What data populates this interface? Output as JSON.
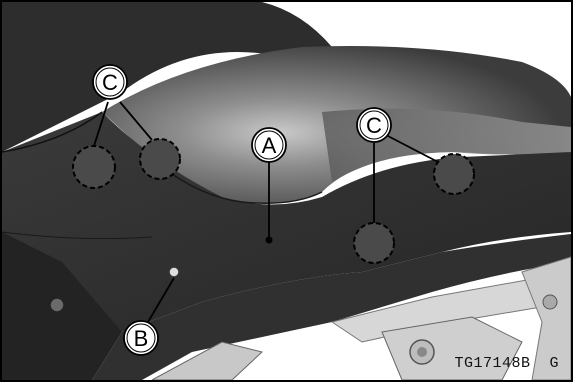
{
  "labels": {
    "seat": "A",
    "screw": "B",
    "hooks": "C"
  },
  "ref_code": "TG17148B  G"
}
